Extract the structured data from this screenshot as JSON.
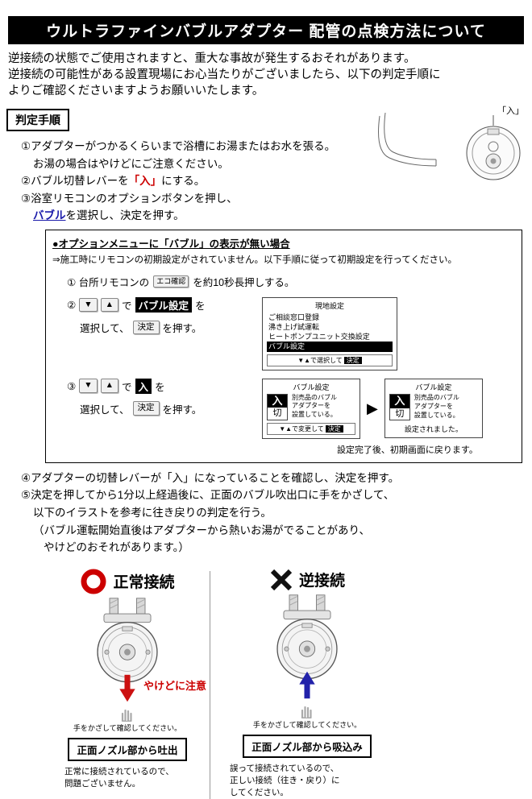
{
  "colors": {
    "header_bg": "#000000",
    "accent_red": "#cc0000",
    "accent_blue": "#1a1aaa"
  },
  "header": {
    "title": "ウルトラファインバブルアダプター 配管の点検方法について"
  },
  "intro": {
    "line1": "逆接続の状態でご使用されますと、重大な事故が発生するおそれがあります。",
    "line2": "逆接続の可能性がある設置現場にお心当たりがございましたら、以下の判定手順に",
    "line3": "よりご確認くださいますようお願いいたします。"
  },
  "procedure": {
    "label": "判定手順",
    "tub_label": "「入」",
    "step1_line1": "①アダプターがつかるくらいまで浴槽にお湯またはお水を張る。",
    "step1_line2": "お湯の場合はやけどにご注意ください。",
    "step2_pre": "②バブル切替レバーを",
    "step2_emph": "「入」",
    "step2_post": "にする。",
    "step3_line1": "③浴室リモコンのオプションボタンを押し、",
    "step3_link": "バブル",
    "step3_post": "を選択し、決定を押す。",
    "step4": "④アダプターの切替レバーが「入」になっていることを確認し、決定を押す。",
    "step5_line1": "⑤決定を押してから1分以上経過後に、正面のバブル吹出口に手をかざして、",
    "step5_line2": "以下のイラストを参考に往き戻りの判定を行う。",
    "step5_note1": "（バブル運転開始直後はアダプターから熱いお湯がでることがあり、",
    "step5_note2": "やけどのおそれがあります。）"
  },
  "option_box": {
    "title": "●オプションメニューに「バブル」の表示が無い場合",
    "subtitle": "⇒施工時にリモコンの初期設定がされていません。以下手順に従って初期設定を行ってください。",
    "sub1": {
      "pre": "① 台所リモコンの",
      "key": "エコ確認",
      "post": "を約10秒長押しする。"
    },
    "sub2": {
      "no": "②",
      "key_down": "▼",
      "key_up": "▲",
      "mid": "で",
      "highlight": "バブル設定",
      "tail": "を",
      "line2_pre": "選択して、",
      "key_decide": "決定",
      "line2_post": "を押す。"
    },
    "sub3": {
      "no": "③",
      "key_down": "▼",
      "key_up": "▲",
      "mid": "で",
      "highlight": "入",
      "tail": "を",
      "line2_pre": "選択して、",
      "key_decide": "決定",
      "line2_post": "を押す。"
    },
    "screen1": {
      "title": "現地設定",
      "items": [
        "ご相談窓口登録",
        "沸き上げ試運転",
        "ヒートポンプユニット交換設定",
        "バブル設定"
      ],
      "footer_pre": "▼▲で選択して",
      "footer_key": "決定"
    },
    "screen2": {
      "title": "バブル設定",
      "on": "入",
      "off": "切",
      "desc1": "別売品のバブル",
      "desc2": "アダプターを",
      "desc3": "設置している。",
      "footer_pre": "▼▲で変更して",
      "footer_key": "決定"
    },
    "arrow": "▶",
    "screen3": {
      "title": "バブル設定",
      "on": "入",
      "off": "切",
      "desc1": "別売品のバブル",
      "desc2": "アダプターを",
      "desc3": "設置している。",
      "status": "設定されました。"
    },
    "completion_note": "設定完了後、初期画面に戻ります。"
  },
  "comparison": {
    "normal": {
      "title": "正常接続",
      "warning": "やけどに注意",
      "hand_note": "手をかざして確認してください。",
      "result_label": "正面ノズル部から吐出",
      "desc1": "正常に接続されているので、",
      "desc2": "問題ございません。"
    },
    "reverse": {
      "title": "逆接続",
      "hand_note": "手をかざして確認してください。",
      "result_label": "正面ノズル部から吸込み",
      "desc1": "誤って接続されているので、",
      "desc2": "正しい接続（往き・戻り）に",
      "desc3": "してください。"
    }
  }
}
